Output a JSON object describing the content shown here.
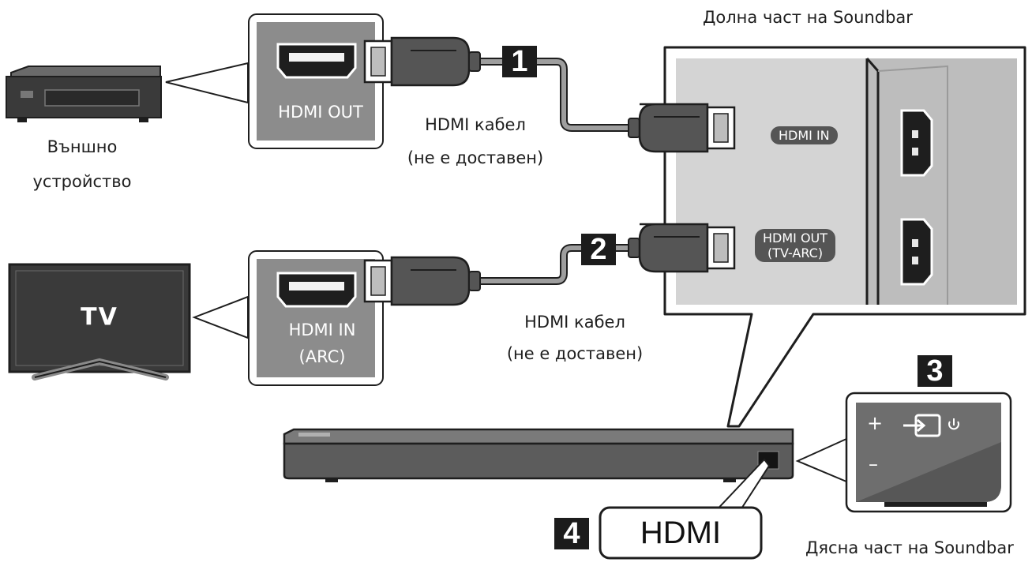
{
  "labels": {
    "external_device": [
      "Външно",
      "устройство"
    ],
    "tv_screen": "TV",
    "device_hdmi_out": "HDMI OUT",
    "tv_hdmi_in": [
      "HDMI IN",
      "(ARC)"
    ],
    "cable_1": [
      "HDMI кабел",
      "(не е доставен)"
    ],
    "cable_2": [
      "HDMI кабел",
      "(не е доставен)"
    ],
    "soundbar_bottom": "Долна част на Soundbar",
    "soundbar_right": "Дясна част на Soundbar",
    "soundbar_hdmi_in": "HDMI IN",
    "soundbar_hdmi_out": [
      "HDMI OUT",
      "(TV-ARC)"
    ],
    "hdmi_callout": "HDMI"
  },
  "steps": [
    "1",
    "2",
    "3",
    "4"
  ],
  "panel_buttons": {
    "plus": "+",
    "minus": "–"
  },
  "icons": [
    "source-input-icon",
    "power-icon",
    "hdmi-port-icon",
    "hdmi-plug-icon"
  ],
  "colors": {
    "line": "#1e1e1e",
    "panel_gray": "#8c8c8c",
    "soundbar_panel": "#d4d4d4",
    "cable_gray": "#9e9e9e",
    "device_dark": "#3a3a3a",
    "step_badge": "#1c1c1c"
  }
}
